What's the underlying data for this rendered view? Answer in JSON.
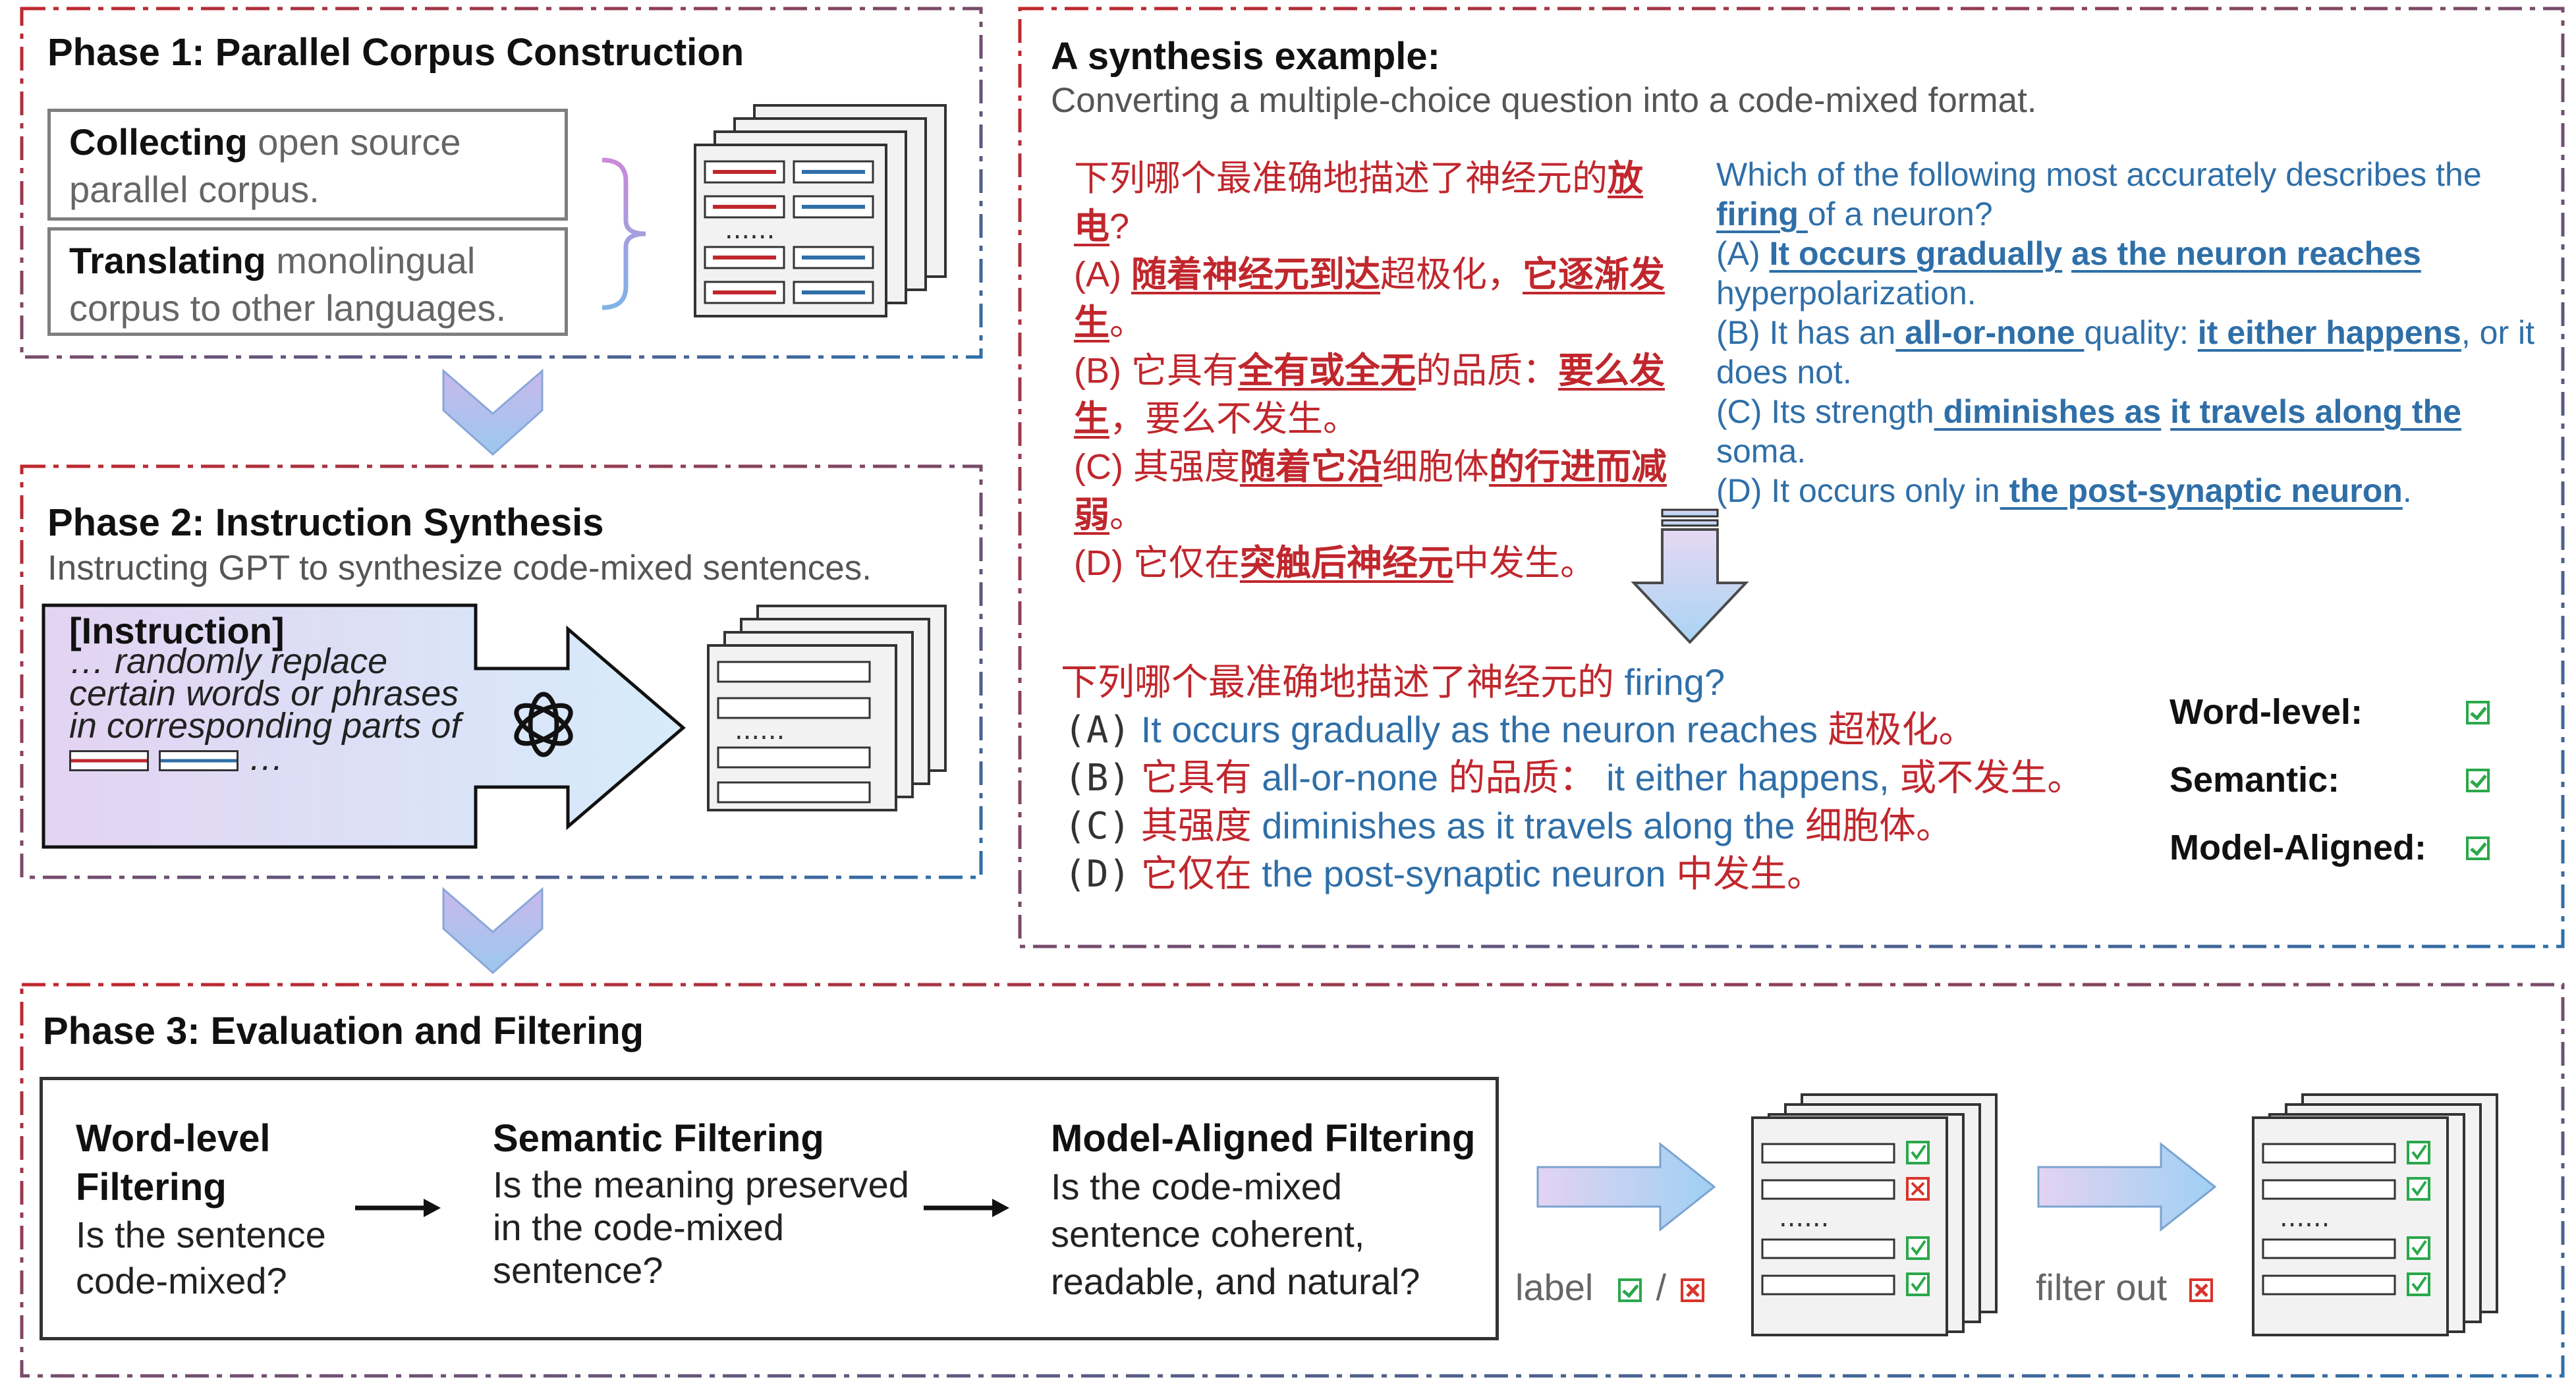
{
  "phase1": {
    "title": "Phase 1: Parallel Corpus Construction",
    "collect_bold": "Collecting",
    "collect_rest": " open source parallel corpus.",
    "translate_bold": "Translating",
    "translate_rest": " monolingual corpus to other languages."
  },
  "phase2": {
    "title": "Phase 2: Instruction Synthesis",
    "subtitle": "Instructing GPT to synthesize code-mixed sentences.",
    "instruction_label": "[Instruction]",
    "instruction_text": "… randomly replace certain words or phrases in corresponding parts of",
    "instruction_tail": "…",
    "gpt_logo": "openai-logo-icon"
  },
  "synthesis": {
    "title": "A synthesis example:",
    "subtitle": "Converting a multiple-choice question into a code-mixed format.",
    "zh": {
      "q_pre": "下列哪个最准确地描述了神经元的",
      "q_hl": "放电",
      "q_post": "?",
      "a_pre": "(A) ",
      "a_hl1": "随着神经元到达",
      "a_mid": "超极化，",
      "a_hl2": "它逐渐发生",
      "a_post": "。",
      "b_pre": "(B) 它具有",
      "b_hl1": "全有或全无",
      "b_mid": "的品质：",
      "b_hl2": "要么发生",
      "b_post": "，要么不发生。",
      "c_pre": "(C) 其强度",
      "c_hl1": "随着它沿",
      "c_mid": "细胞体",
      "c_hl2": "的行进而减弱",
      "c_post": "。",
      "d_pre": "(D) 它仅在",
      "d_hl": "突触后神经元",
      "d_post": "中发生。"
    },
    "en": {
      "q_pre": "Which of the following most accurately describes the ",
      "q_hl": "firing ",
      "q_post": "of a neuron?",
      "a_pre": "(A) ",
      "a_hl1": "It occurs gradually",
      "a_hl2": "as the neuron reaches",
      "a_post": " hyperpolarization.",
      "b_pre": "(B) It has an",
      "b_hl1": " all-or-none ",
      "b_mid": "quality: ",
      "b_hl2": "it either happens",
      "b_post": ", or it does not.",
      "c_pre": "(C) Its strength",
      "c_hl1": " diminishes as",
      "c_hl2": "it travels along the",
      "c_post": " soma.",
      "d_pre": "(D) It occurs only in",
      "d_hl": " the post-synaptic neuron",
      "d_post": "."
    },
    "mixed": {
      "q_zh": "下列哪个最准确地描述了神经元的",
      "q_en": " firing?",
      "a_label": "(A)",
      "a_en": "It occurs gradually as the neuron reaches",
      "a_zh": " 超极化。",
      "b_label": "(B)",
      "b_zh1": "它具有",
      "b_en1": " all-or-none ",
      "b_zh2": "的品质：",
      "b_en2": " it either happens,",
      "b_zh3": " 或不发生。",
      "c_label": "(C)",
      "c_zh1": "其强度",
      "c_en": " diminishes as it travels along the ",
      "c_zh2": "细胞体。",
      "d_label": "(D)",
      "d_zh1": "它仅在",
      "d_en": " the post-synaptic neuron ",
      "d_zh2": "中发生。"
    },
    "scores": [
      {
        "label": "Word-level:",
        "status": "check"
      },
      {
        "label": "Semantic:",
        "status": "check"
      },
      {
        "label": "Model-Aligned:",
        "status": "check"
      }
    ]
  },
  "phase3": {
    "title": "Phase 3: Evaluation and Filtering",
    "word_title": "Word-level Filtering",
    "word_text": "Is the sentence code-mixed?",
    "sem_title": "Semantic Filtering",
    "sem_text": "Is the meaning preserved in the code-mixed sentence?",
    "model_title": "Model-Aligned Filtering",
    "model_text": "Is the code-mixed sentence coherent, readable, and natural?",
    "label_text": "label",
    "label_sep": "/",
    "filter_text": "filter out"
  },
  "colors": {
    "red": "#c0272d",
    "blue": "#2f6fa8",
    "check_green": "#2aa84a",
    "cross_red": "#d9342b"
  }
}
